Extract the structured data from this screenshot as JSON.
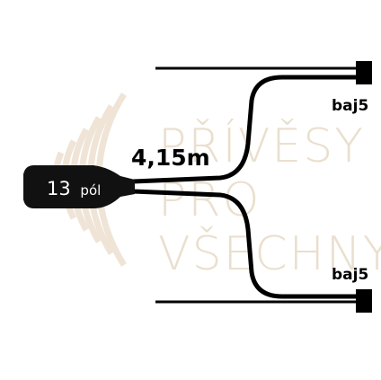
{
  "watermark": {
    "line1": "PŘÍVĚSY",
    "line2": "PRO",
    "line3": "VŠECHNY",
    "color": "#e8dccb",
    "arc_color": "#ecdccb"
  },
  "connector": {
    "label_main": "13",
    "label_suffix": "pól",
    "body_color": "#111111",
    "text_color": "#ffffff"
  },
  "cable": {
    "length_label": "4,15m",
    "color": "#000000"
  },
  "plugs": [
    {
      "label": "baj5"
    },
    {
      "label": "baj5"
    }
  ]
}
